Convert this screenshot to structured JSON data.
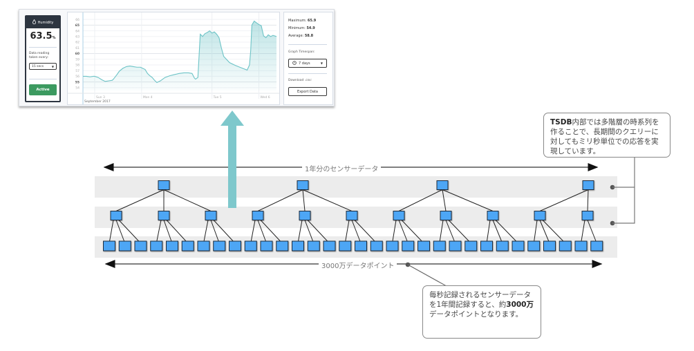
{
  "dashboard": {
    "sensor_card": {
      "title": "Humidity",
      "icon": "water-drop-icon",
      "value": "63.5",
      "unit": "%",
      "interval_label_line1": "Data reading",
      "interval_label_line2": "taken every:",
      "interval_value": "15 secs",
      "status_button": "Active",
      "accent_color": "#3c9a60",
      "header_color": "#2d3540"
    },
    "stats": {
      "max_label": "Maximum:",
      "max_value": "65.9",
      "min_label": "Minimum:",
      "min_value": "54.9",
      "avg_label": "Average:",
      "avg_value": "58.8"
    },
    "timespan": {
      "label": "Graph Timespan:",
      "value": "7 days",
      "icon": "clock-icon"
    },
    "download": {
      "label": "Download .csv:",
      "button": "Export Data"
    }
  },
  "chart_data": {
    "type": "area",
    "title": "",
    "xlabel": "September 2017",
    "ylabel": "",
    "ylim": [
      53.5,
      66.5
    ],
    "y_ticks": [
      "66",
      "65",
      "64",
      "63",
      "62",
      "61",
      "60",
      "59",
      "58",
      "57",
      "56",
      "55",
      "54"
    ],
    "y_ticks_bold": [
      "65",
      "60",
      "55"
    ],
    "x_tick_labels": [
      "Sun 3",
      "Mon 4",
      "Tue 5",
      "Wed 6"
    ],
    "x_tick_positions": [
      0.1,
      0.5,
      1.1,
      1.5
    ],
    "x_range": [
      0,
      1.65
    ],
    "line_color": "#6cc3c6",
    "series": [
      {
        "name": "Humidity",
        "x": [
          0.0,
          0.03,
          0.06,
          0.09,
          0.1,
          0.13,
          0.16,
          0.19,
          0.22,
          0.25,
          0.26,
          0.29,
          0.31,
          0.34,
          0.37,
          0.4,
          0.43,
          0.46,
          0.49,
          0.5,
          0.53,
          0.55,
          0.57,
          0.59,
          0.61,
          0.63,
          0.66,
          0.7,
          0.74,
          0.78,
          0.82,
          0.86,
          0.9,
          0.93,
          0.95,
          0.96,
          0.98,
          1.0,
          1.02,
          1.04,
          1.06,
          1.08,
          1.1,
          1.12,
          1.14,
          1.16,
          1.18,
          1.2,
          1.25,
          1.3,
          1.35,
          1.4,
          1.42,
          1.43,
          1.44,
          1.46,
          1.48,
          1.5,
          1.52,
          1.54,
          1.56,
          1.58,
          1.6,
          1.62,
          1.65
        ],
        "y": [
          56.0,
          56.0,
          55.9,
          56.0,
          56.0,
          55.8,
          55.4,
          55.1,
          55.2,
          55.3,
          55.5,
          56.3,
          56.9,
          57.4,
          57.7,
          57.8,
          57.7,
          57.6,
          57.6,
          57.5,
          57.2,
          56.5,
          56.1,
          55.8,
          55.3,
          54.9,
          55.2,
          55.8,
          56.1,
          56.3,
          56.5,
          56.6,
          56.6,
          56.5,
          55.7,
          55.5,
          55.8,
          63.4,
          63.0,
          63.5,
          63.7,
          64.0,
          63.6,
          63.8,
          63.4,
          62.8,
          61.0,
          59.5,
          58.4,
          57.9,
          57.5,
          57.1,
          58.0,
          60.5,
          65.0,
          65.7,
          65.4,
          65.1,
          64.9,
          63.1,
          62.8,
          63.3,
          63.0,
          63.2,
          63.0
        ]
      }
    ]
  },
  "diagram": {
    "top_arrow_label": "1年分のセンサーデータ",
    "bottom_arrow_label": "3000万データポイント",
    "node_color": "#4da6f5",
    "band_color": "#ececec",
    "up_arrow_color": "#7ec8cc",
    "levels": [
      {
        "name": "level-top",
        "count": 4
      },
      {
        "name": "level-mid",
        "count": 11
      },
      {
        "name": "level-leaf",
        "count": 32
      }
    ],
    "callout_tsdb": {
      "bold": "TSDB",
      "text": "内部では多階層の時系列を作ることで、長期間のクエリーに対してもミリ秒単位での応答を実現しています。"
    },
    "callout_points": {
      "text1": "毎秒記録されるセンサーデータを1年間記録すると、約",
      "bold": "3000万",
      "text2": "データポイントとなります。"
    }
  }
}
